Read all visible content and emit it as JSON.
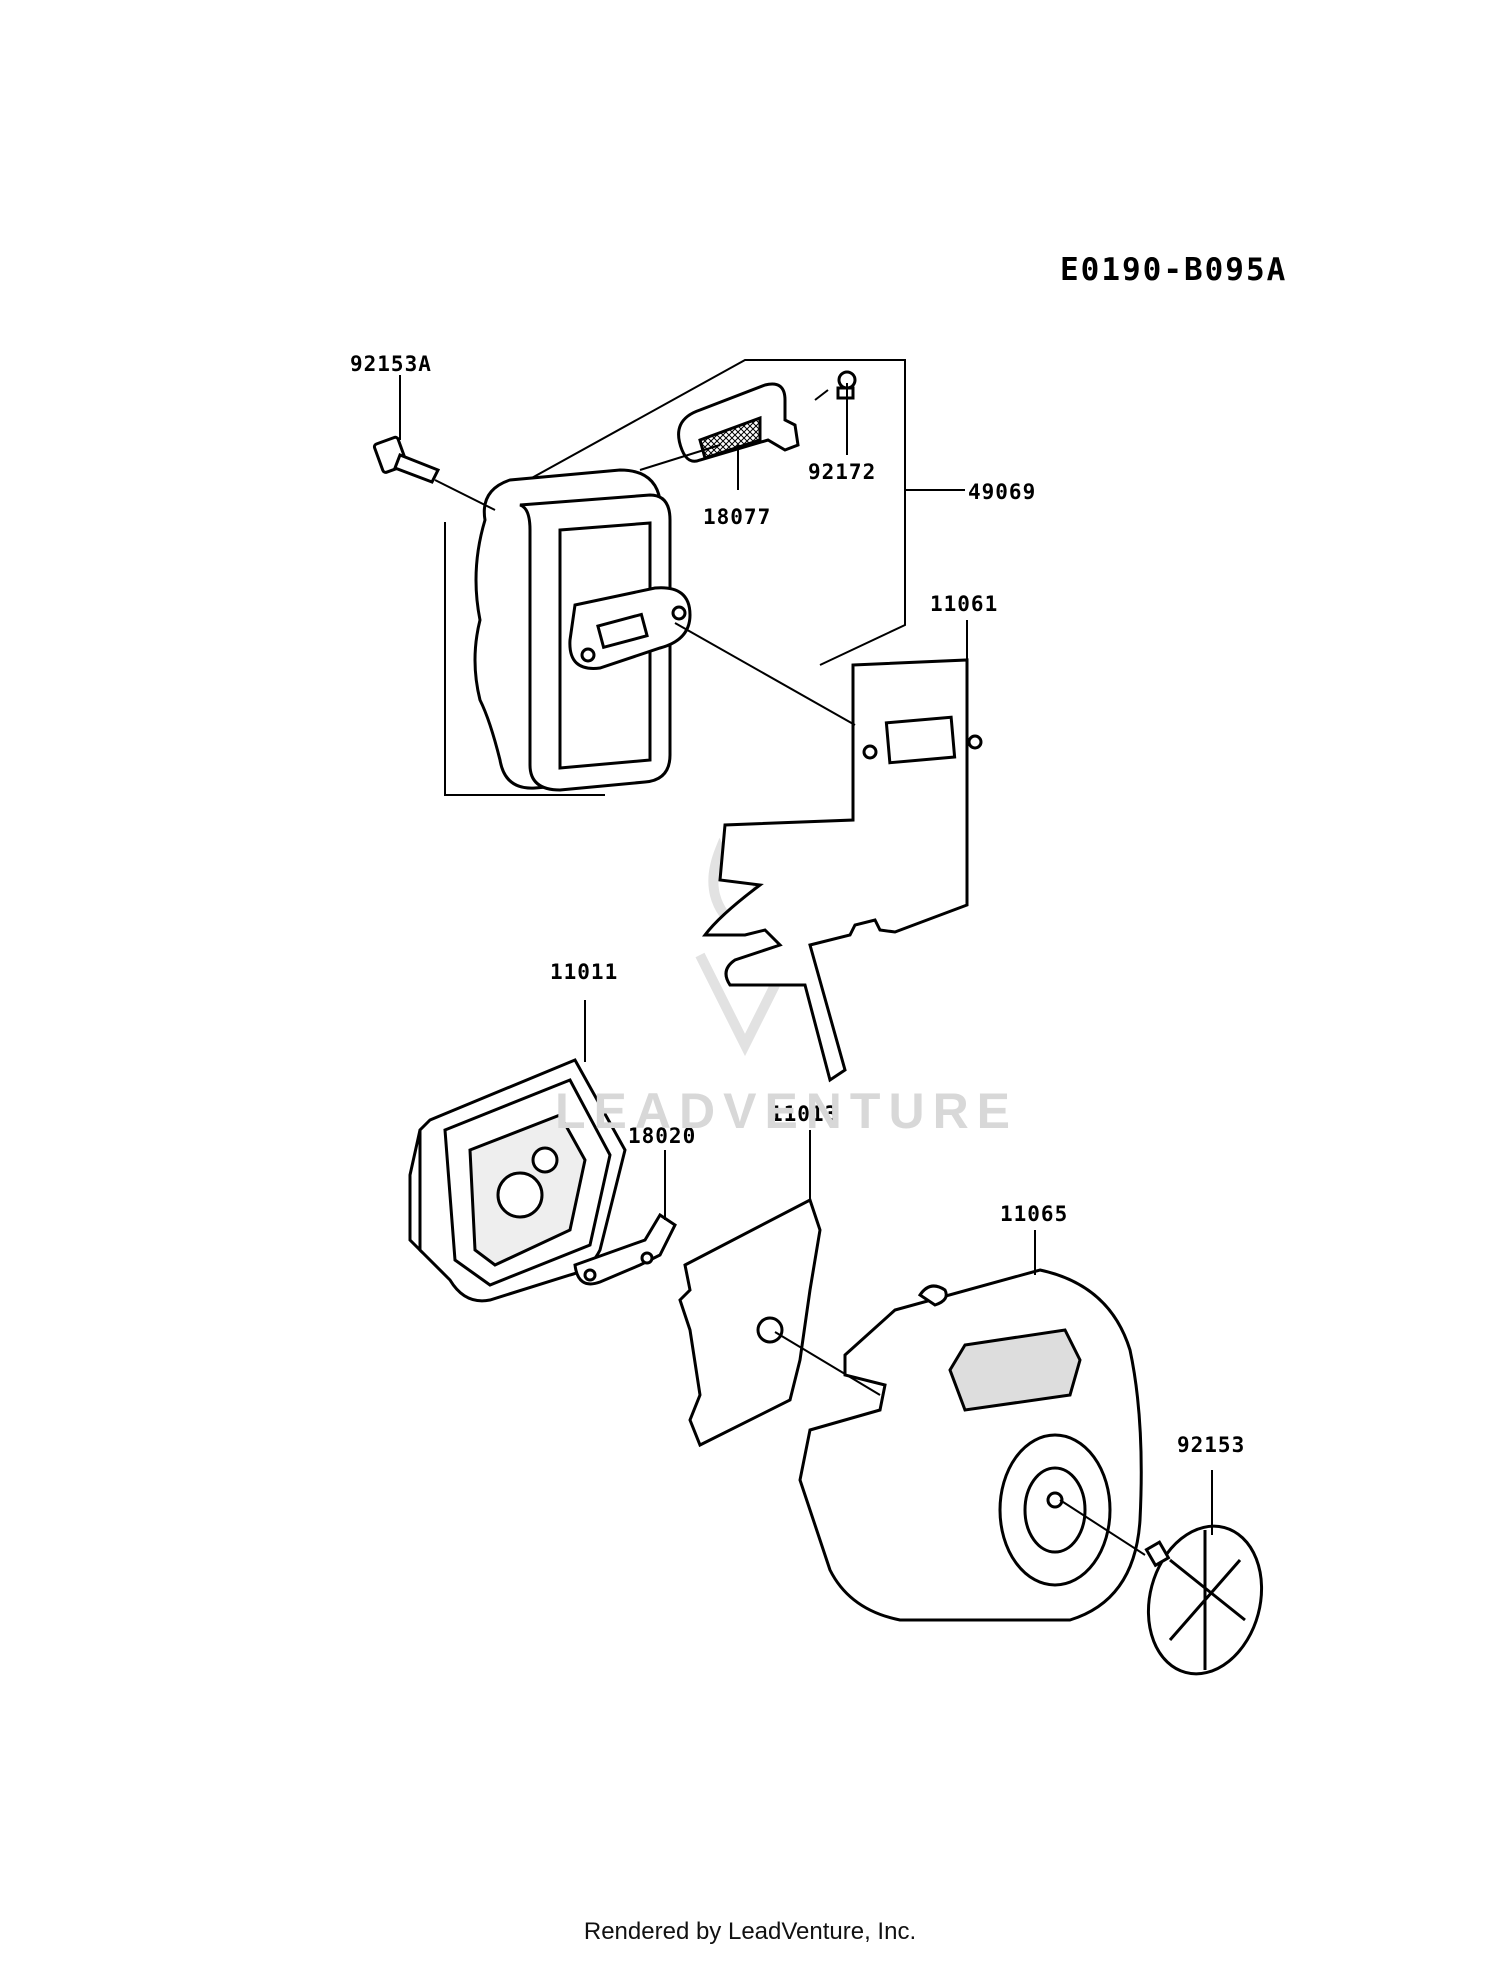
{
  "diagram_code": "E0190-B095A",
  "watermark_text": "LEADVENTURE",
  "footer_text": "Rendered by LeadVenture, Inc.",
  "parts": {
    "p92153A": "92153A",
    "p92172": "92172",
    "p18077": "18077",
    "p49069": "49069",
    "p11061": "11061",
    "p11011": "11011",
    "p18020": "18020",
    "p11013": "11013",
    "p11065": "11065",
    "p92153": "92153"
  }
}
